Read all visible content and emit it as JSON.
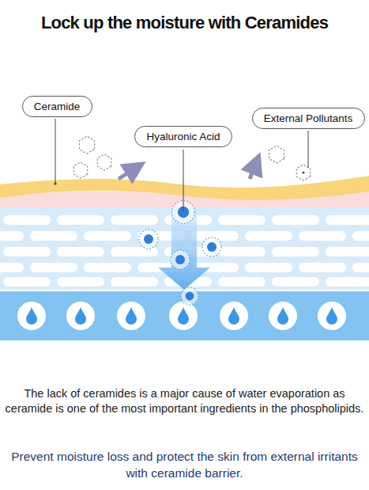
{
  "diagram": {
    "title": "Lock up the moisture with Ceramides",
    "nodes": [
      {
        "text": [
          "Ceramide"
        ]
      },
      {
        "text": [
          "Hyaluronic Acid"
        ]
      },
      {
        "text": [
          "External Pollutants"
        ]
      }
    ],
    "labels": [
      "The lack of ceramides is a major cause of water evaporation as ceramide is one of the most important ingredients in the phospholipids.",
      "Prevent moisture loss and protect the skin from external irritants with ceramide barrier."
    ]
  }
}
